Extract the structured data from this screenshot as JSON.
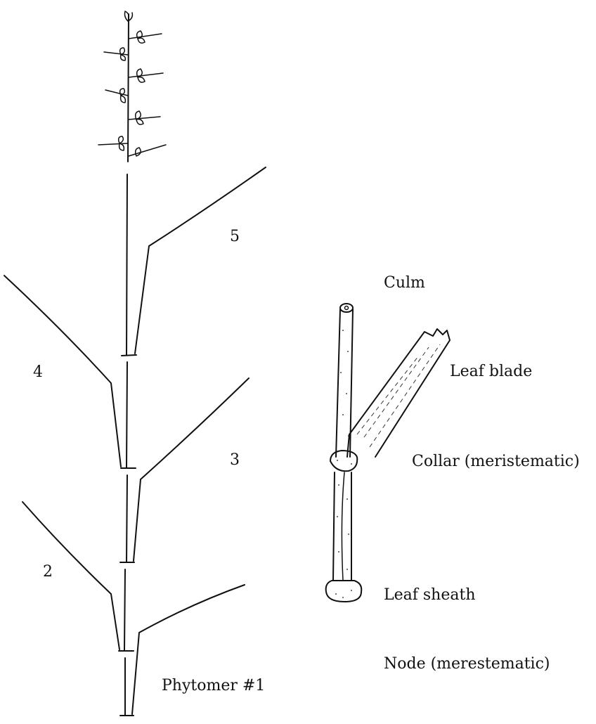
{
  "phytomer_labels": {
    "p5": "5",
    "p4": "4",
    "p3": "3",
    "p2": "2",
    "p1": "Phytomer #1"
  },
  "part_labels": {
    "culm": "Culm",
    "leaf_blade": "Leaf blade",
    "collar": "Collar (meristematic)",
    "leaf_sheath": "Leaf sheath",
    "node": "Node (merestematic)"
  }
}
